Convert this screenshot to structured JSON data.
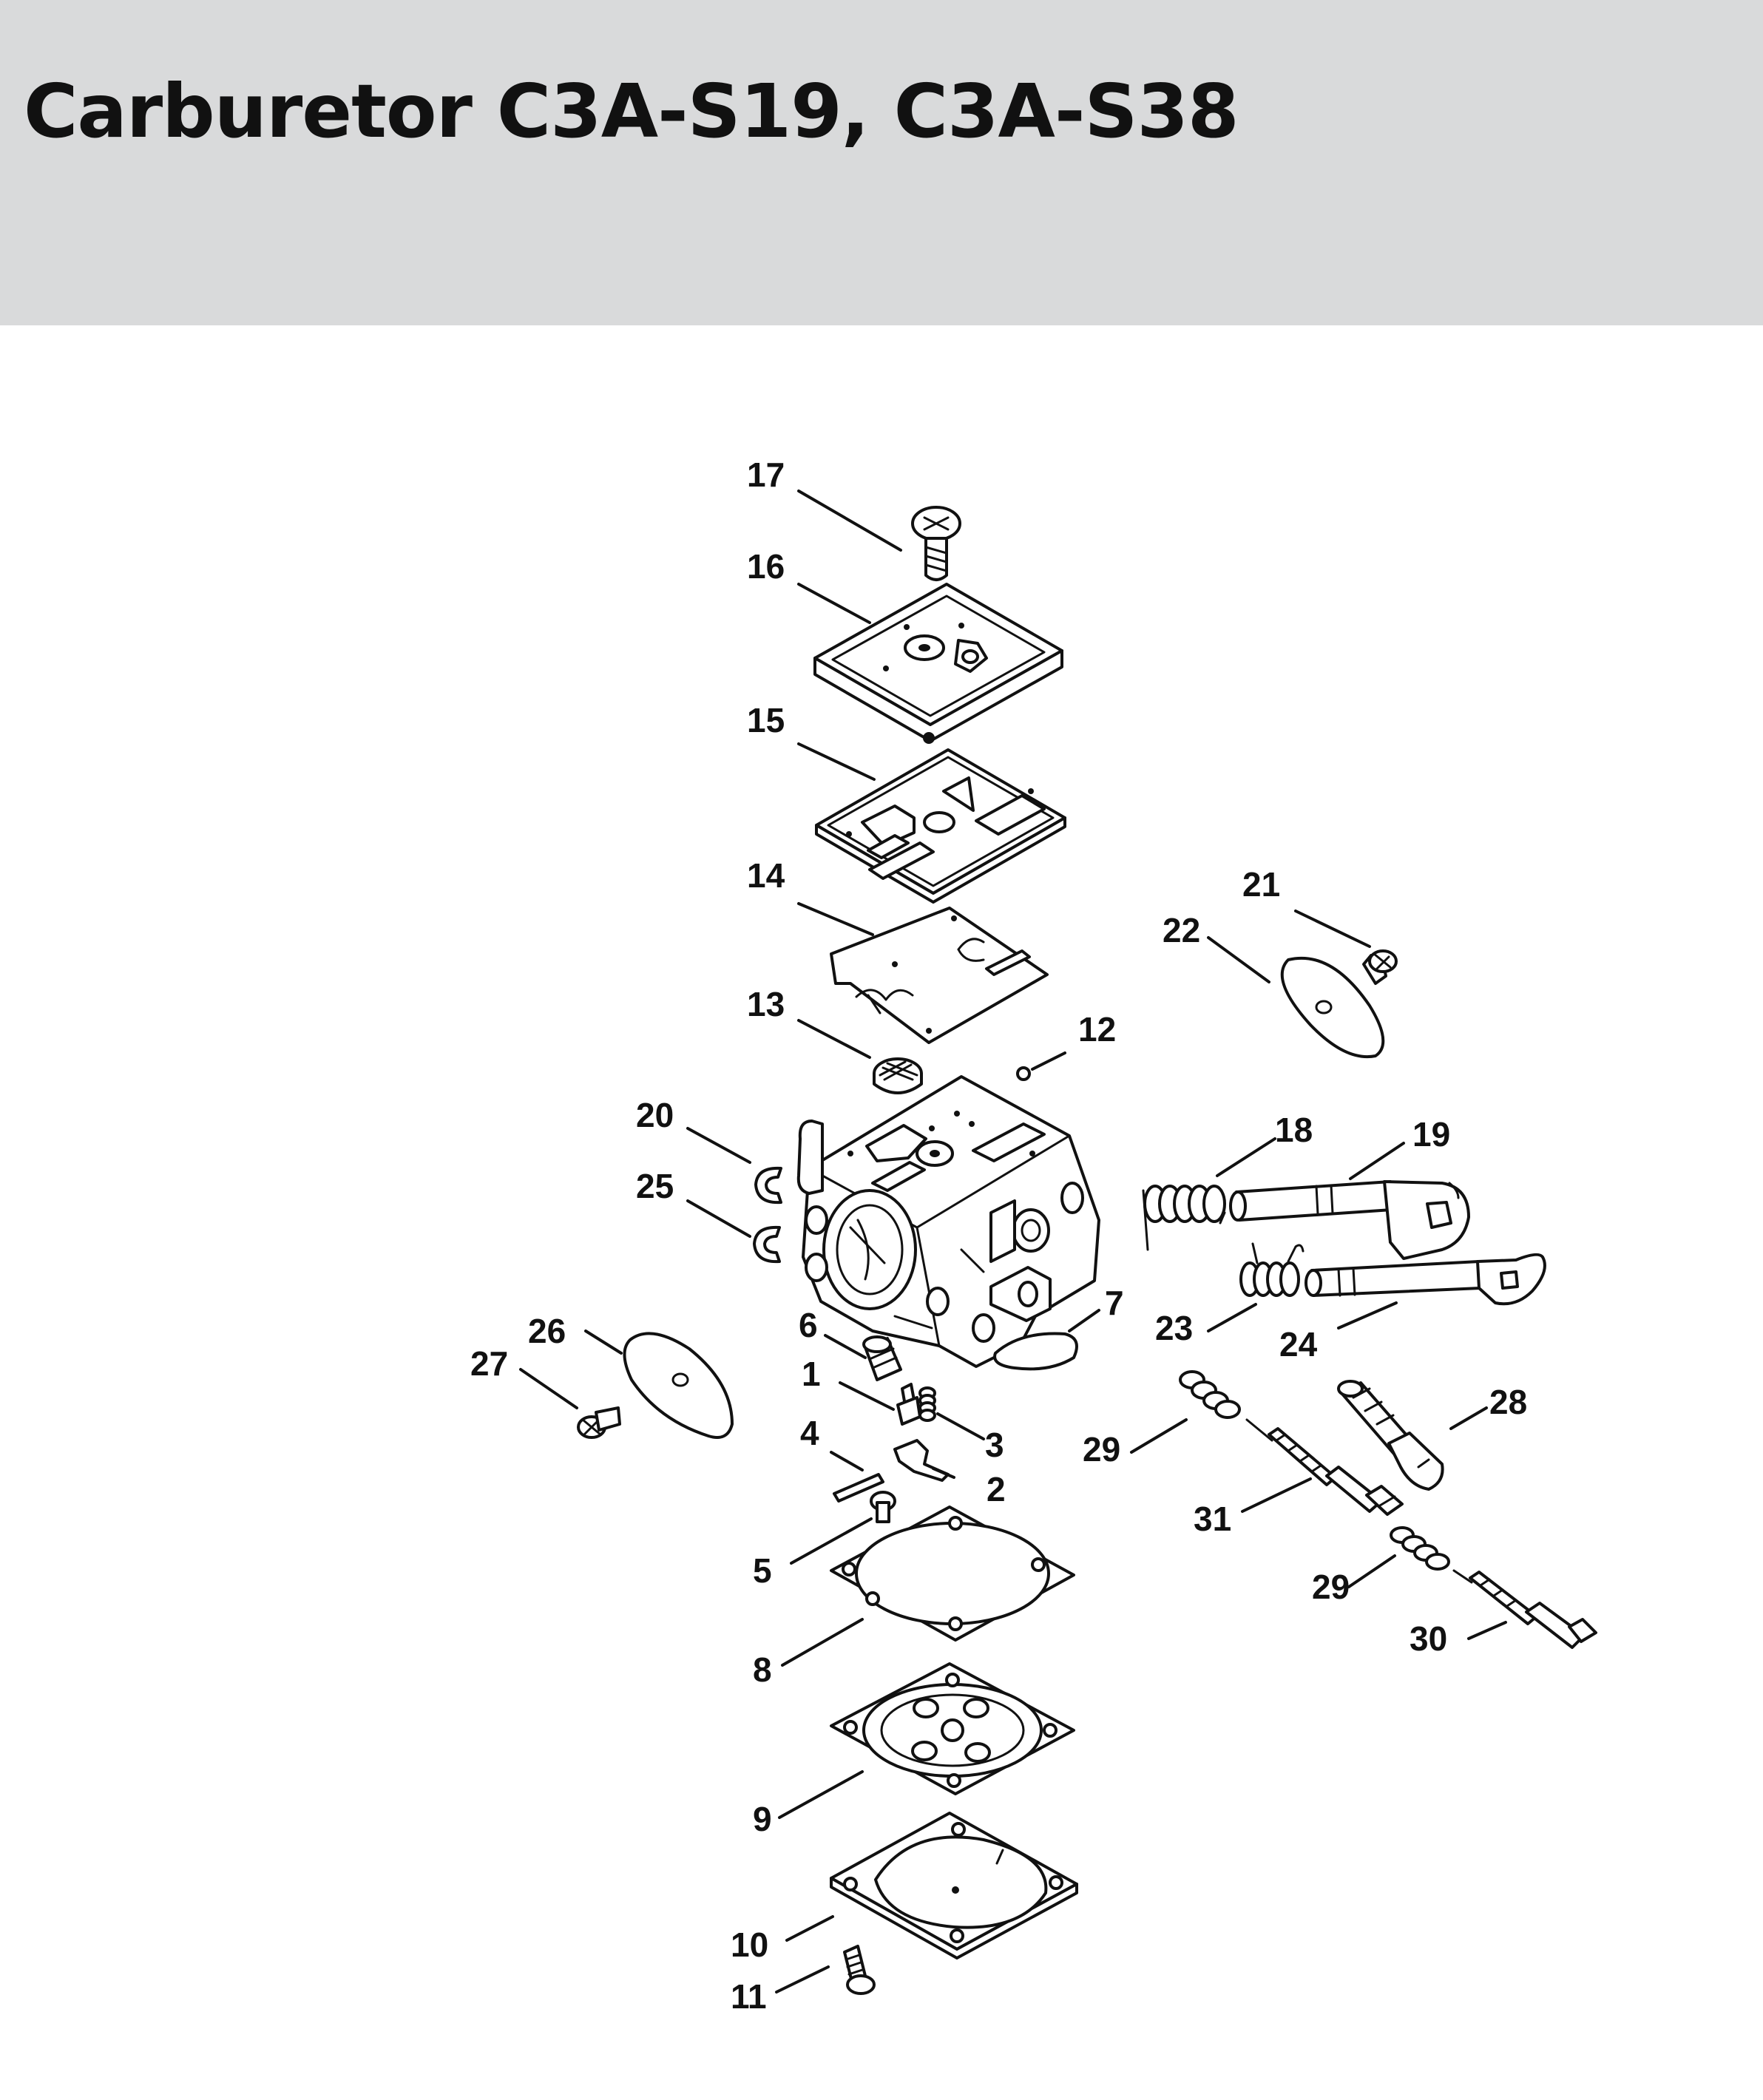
{
  "header": {
    "title": "Carburetor C3A-S19, C3A-S38",
    "background": "#d9dadb"
  },
  "callouts": {
    "p1": "1",
    "p2": "2",
    "p3": "3",
    "p4": "4",
    "p5": "5",
    "p6": "6",
    "p7": "7",
    "p8": "8",
    "p9": "9",
    "p10": "10",
    "p11": "11",
    "p12": "12",
    "p13": "13",
    "p14": "14",
    "p15": "15",
    "p16": "16",
    "p17": "17",
    "p18": "18",
    "p19": "19",
    "p20": "20",
    "p21": "21",
    "p22": "22",
    "p23": "23",
    "p24": "24",
    "p25": "25",
    "p26": "26",
    "p27": "27",
    "p28": "28",
    "p29a": "29",
    "p29b": "29",
    "p30": "30",
    "p31": "31"
  }
}
